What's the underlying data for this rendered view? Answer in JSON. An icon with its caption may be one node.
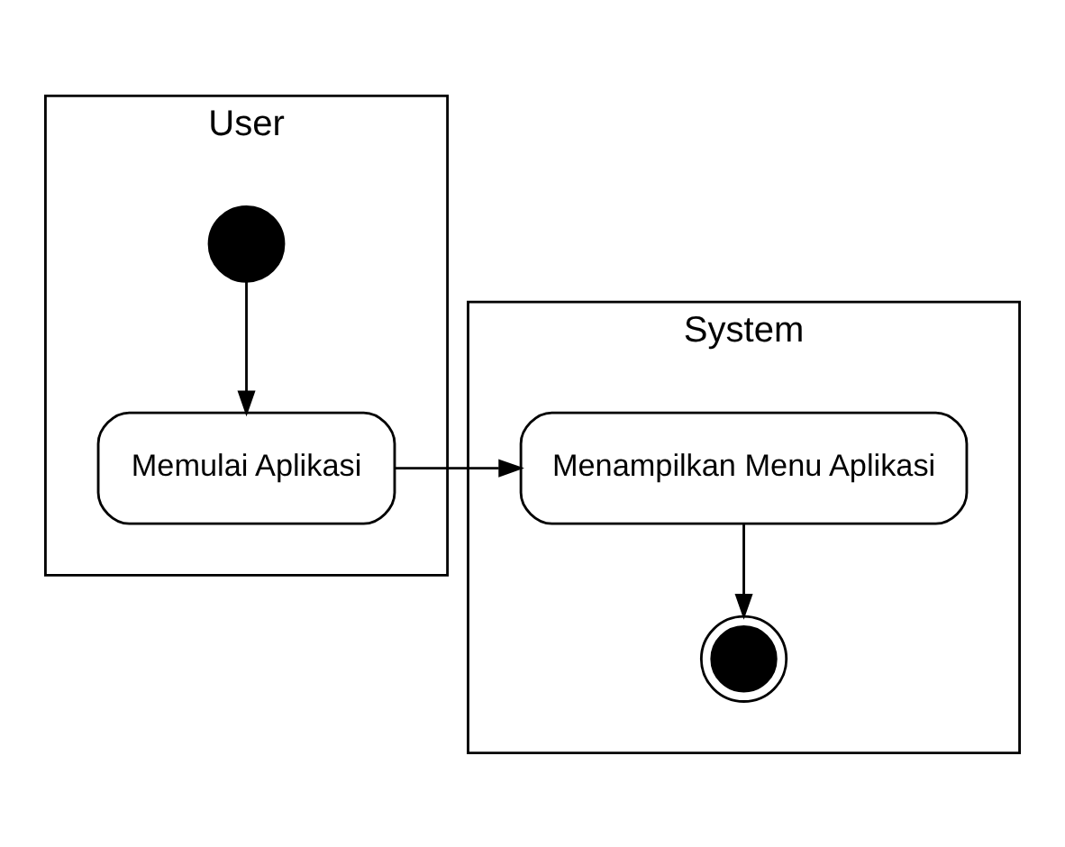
{
  "diagram": {
    "nodes": [
      {
        "text": [
          "User"
        ]
      },
      {
        "text": [
          "System"
        ]
      },
      {
        "text": [],
        "shape": "circle",
        "in": 0
      },
      {
        "text": [
          "Memulai Aplikasi"
        ],
        "in": 0
      },
      {
        "text": [
          "Menampilkan Menu Aplikasi"
        ],
        "in": 1
      },
      {
        "text": [],
        "shape": "circle",
        "in": 1
      }
    ],
    "edges": [
      {
        "from": 2,
        "to": 3,
        "arrow": "to"
      },
      {
        "from": 3,
        "to": 4,
        "arrow": "to"
      },
      {
        "from": 4,
        "to": 5,
        "arrow": "to"
      }
    ]
  }
}
